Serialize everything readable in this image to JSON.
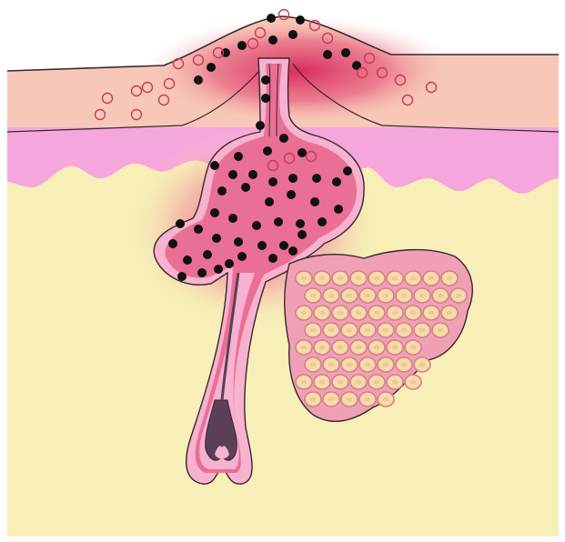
{
  "diagram": {
    "kind": "skin-cross-section",
    "labels": [],
    "palette": {
      "background": "#ffffff",
      "dermis": "#f7efb7",
      "epidermis": "#f7c8b8",
      "basal_layer": "#f5a6dc",
      "inflamed": "#de3c68",
      "follicle_wall": "#f6b2cf",
      "follicle_fill": "#ea6f94",
      "gland_fill": "#f0a0b4",
      "gland_cell": "#f6dca6",
      "hair_bulb": "#5a4056",
      "outline": "#3a2630",
      "bacteria_dark": "#111111",
      "cell_open": "#c93a5a"
    },
    "icons": [
      "hair-follicle",
      "sebaceous-gland",
      "bacteria",
      "inflammatory-cell"
    ]
  }
}
